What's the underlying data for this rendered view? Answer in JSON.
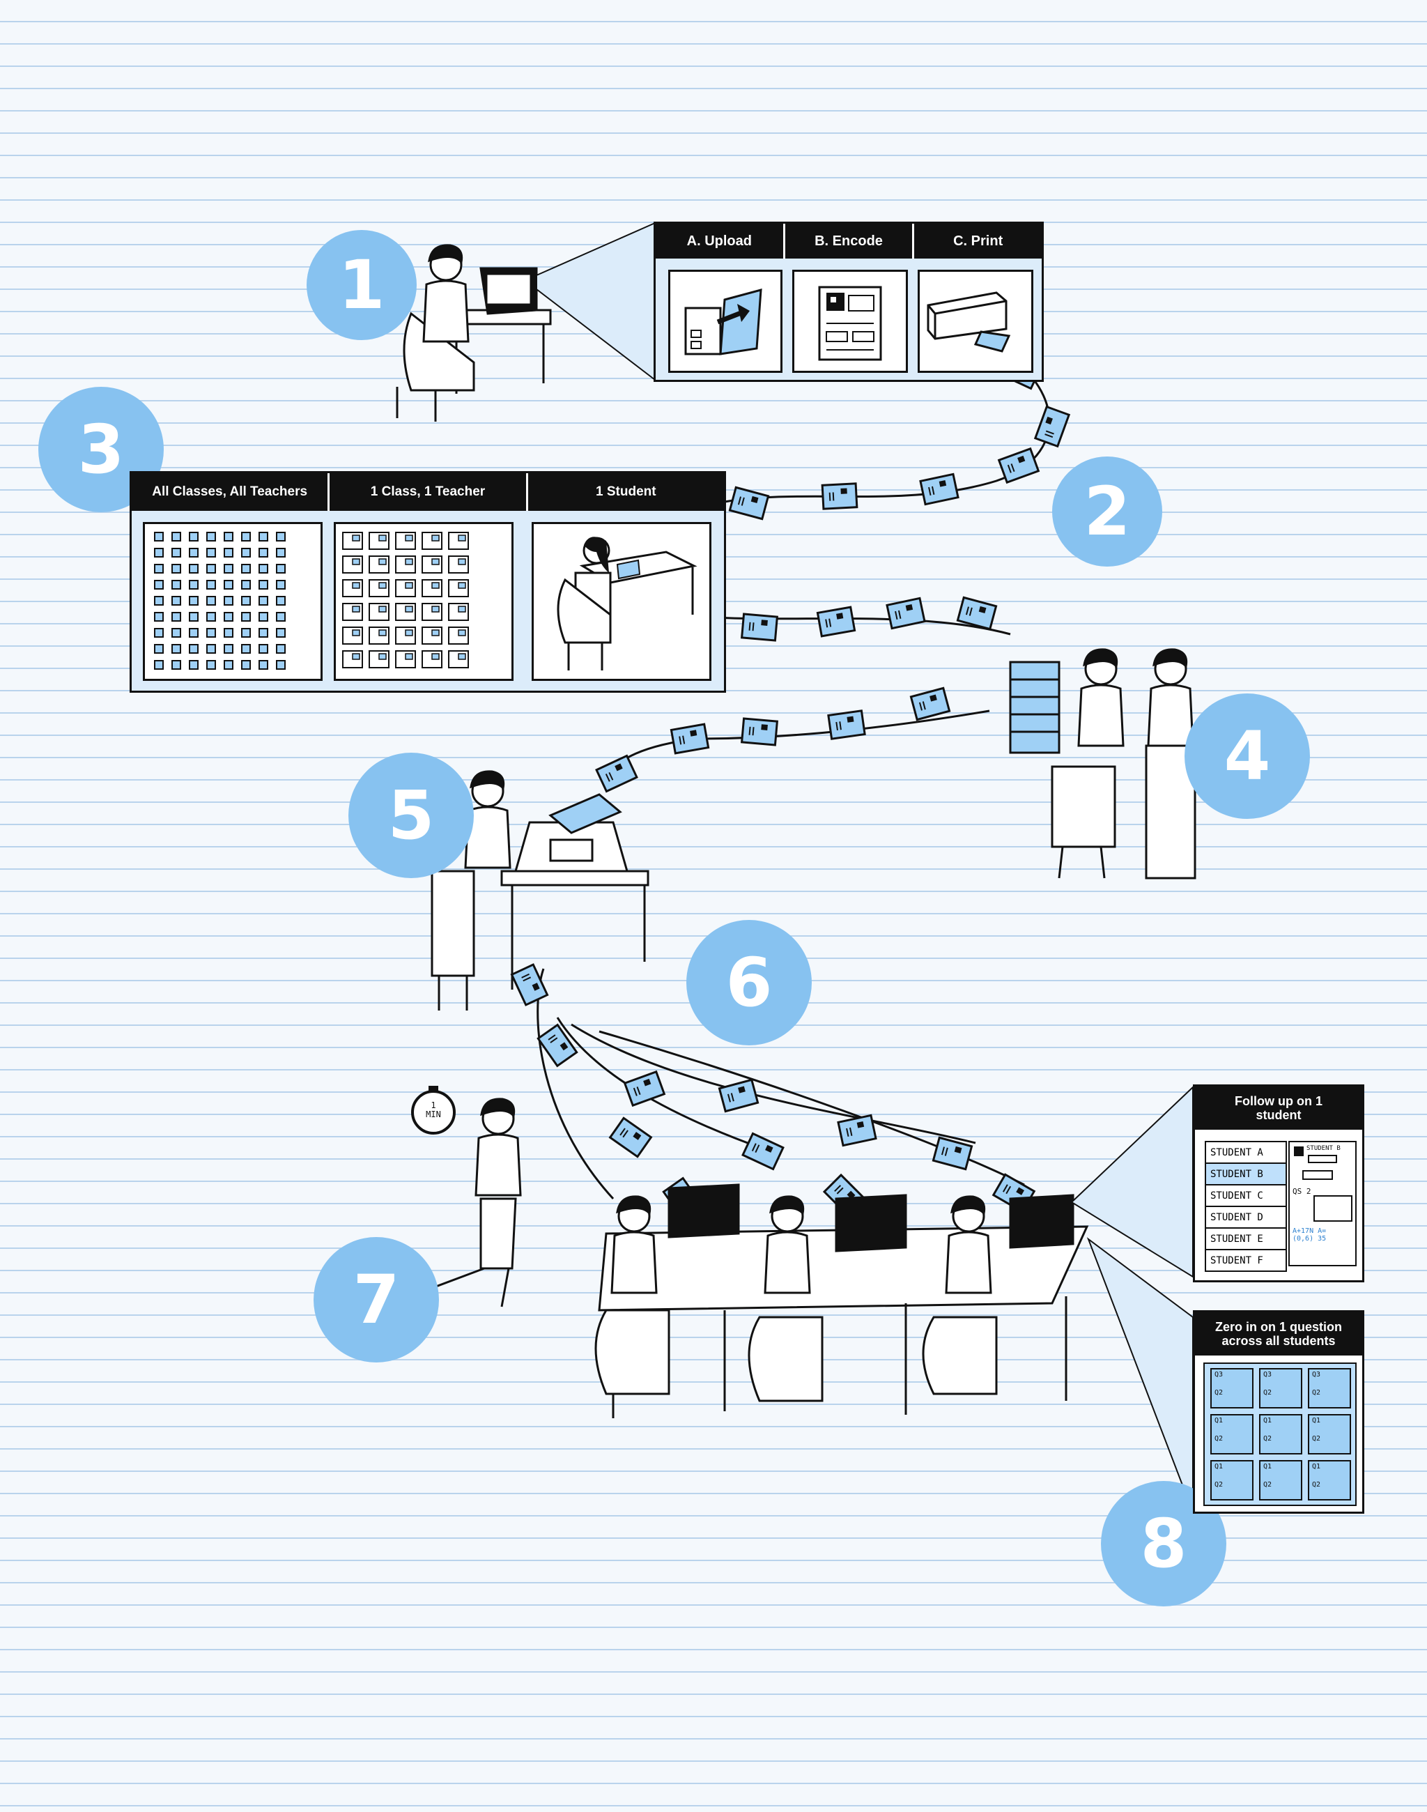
{
  "steps": [
    {
      "number": "1"
    },
    {
      "number": "2"
    },
    {
      "number": "3"
    },
    {
      "number": "4"
    },
    {
      "number": "5"
    },
    {
      "number": "6"
    },
    {
      "number": "7"
    },
    {
      "number": "8"
    }
  ],
  "panel_step1": {
    "tabs": [
      "A. Upload",
      "B. Encode",
      "C. Print"
    ]
  },
  "panel_step3": {
    "tabs": [
      "All Classes, All Teachers",
      "1 Class, 1 Teacher",
      "1 Student"
    ]
  },
  "panel_follow": {
    "title": "Follow up on 1 student",
    "students": [
      "STUDENT A",
      "STUDENT B",
      "STUDENT C",
      "STUDENT D",
      "STUDENT E",
      "STUDENT F"
    ],
    "selected_student_label": "STUDENT B",
    "question_label": "QS 2",
    "handwriting": "A+17N A=(0,6) 35"
  },
  "panel_zero": {
    "title": "Zero in on 1 question across all students",
    "q_labels": [
      "Q3",
      "Q1",
      "Q2"
    ]
  },
  "timer": {
    "value": "1",
    "unit": "MIN"
  },
  "colors": {
    "accent": "#87c2f0",
    "paper": "#9fd0f5",
    "ink": "#111111",
    "lines": "#b9d3ec"
  }
}
